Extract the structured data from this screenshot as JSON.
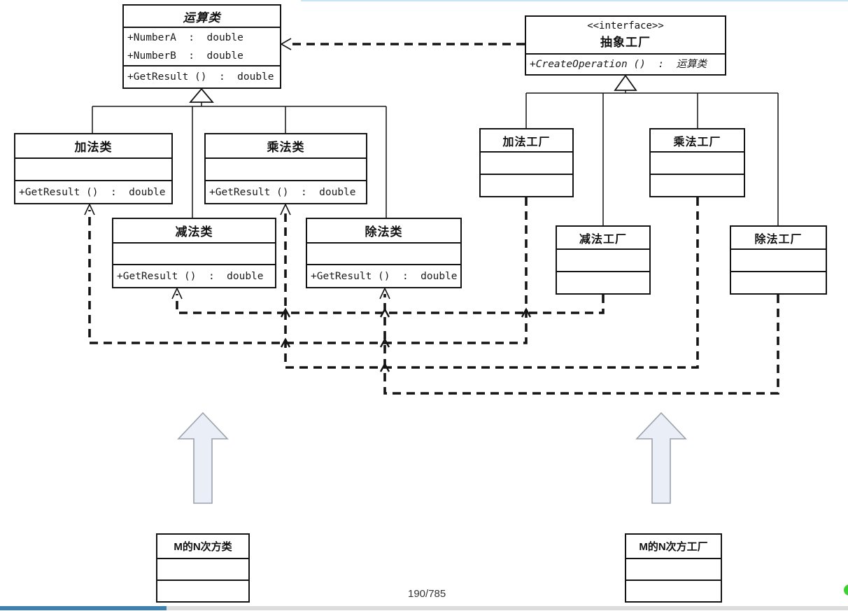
{
  "page": {
    "page_indicator": "190/785"
  },
  "colors": {
    "line": "#141414",
    "big_arrow_fill": "#e9eef7",
    "big_arrow_stroke": "#9aa1ad",
    "progress_blue": "#3e80ae",
    "progress_gray": "#dcdcdc",
    "green_dot": "#3fd133"
  },
  "classes": {
    "operation": {
      "name": "运算类",
      "attributes": [
        "+NumberA  :  double",
        "+NumberB  :  double"
      ],
      "methods": [
        "+GetResult ()  :  double"
      ]
    },
    "abstract_factory": {
      "stereotype": "<<interface>>",
      "name": "抽象工厂",
      "methods": [
        "+CreateOperation ()  :  运算类"
      ]
    },
    "add_class": {
      "name": "加法类",
      "methods": [
        "+GetResult ()  :  double"
      ]
    },
    "mul_class": {
      "name": "乘法类",
      "methods": [
        "+GetResult ()  :  double"
      ]
    },
    "sub_class": {
      "name": "减法类",
      "methods": [
        "+GetResult ()  :  double"
      ]
    },
    "div_class": {
      "name": "除法类",
      "methods": [
        "+GetResult ()  :  double"
      ]
    },
    "add_factory": {
      "name": "加法工厂"
    },
    "mul_factory": {
      "name": "乘法工厂"
    },
    "sub_factory": {
      "name": "减法工厂"
    },
    "div_factory": {
      "name": "除法工厂"
    },
    "power_class": {
      "name": "M的N次方类"
    },
    "power_factory": {
      "name": "M的N次方工厂"
    }
  }
}
